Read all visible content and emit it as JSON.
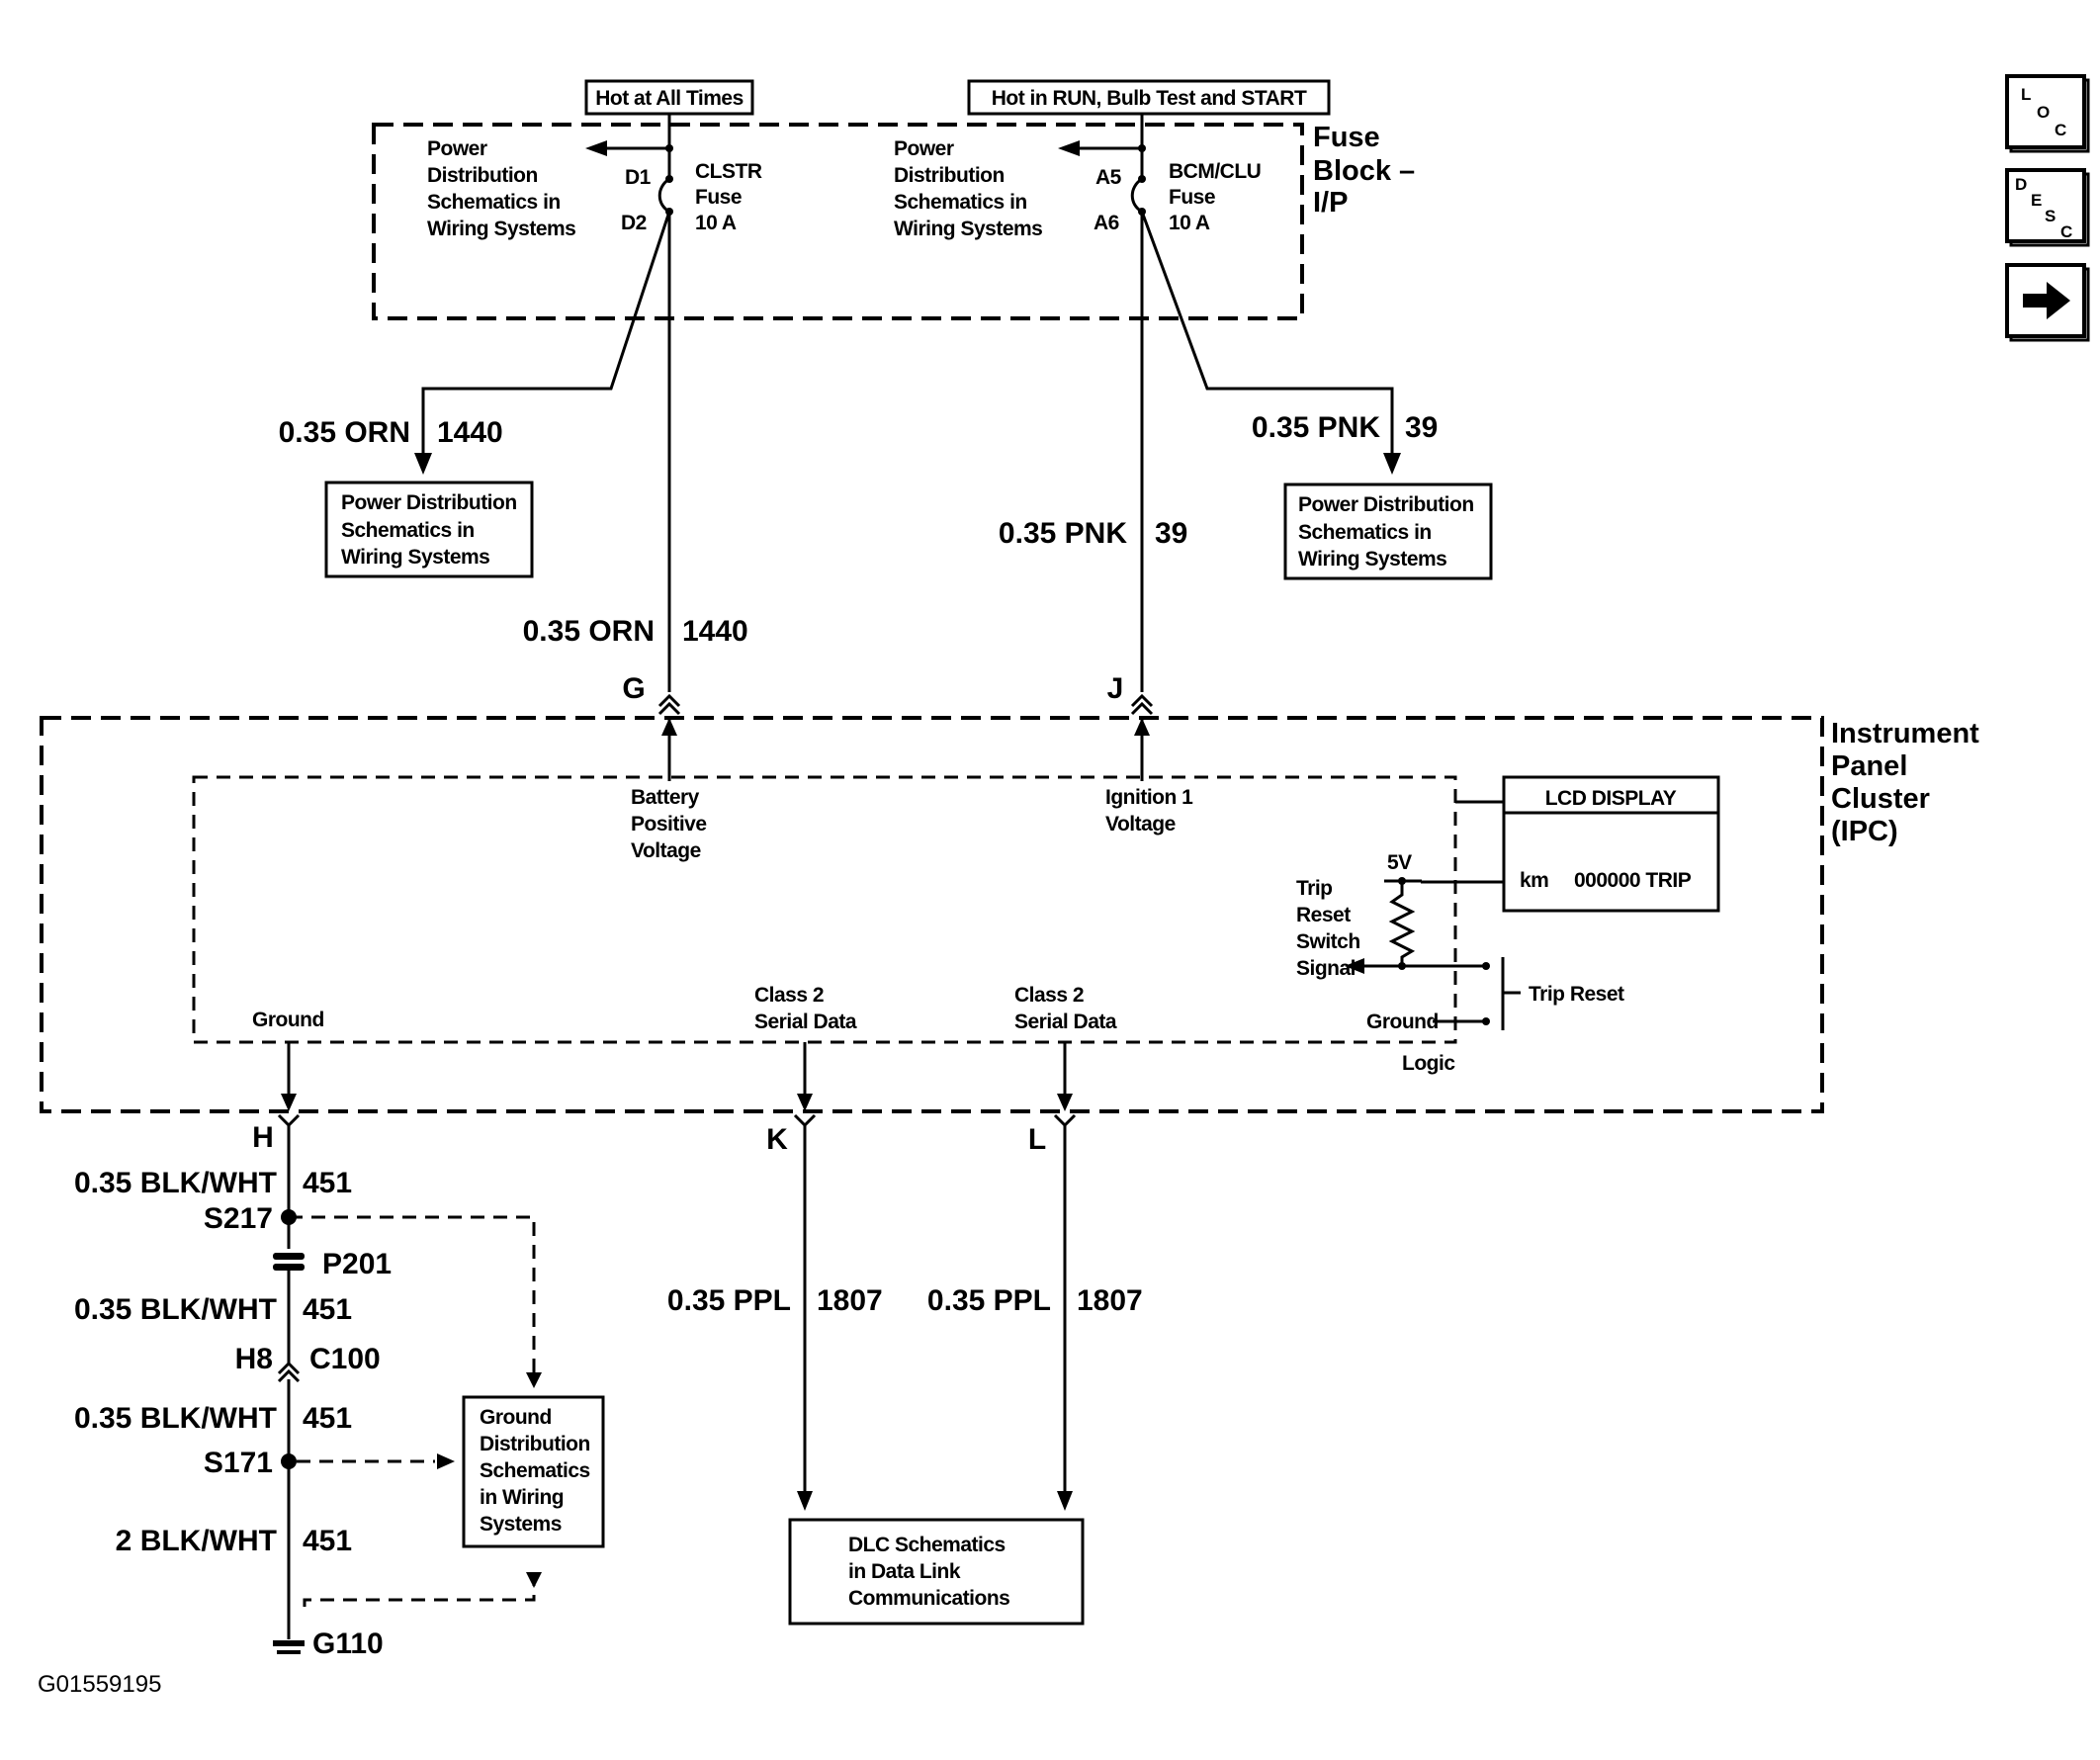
{
  "nav": {
    "loc": {
      "a": "L",
      "b": "O",
      "c": "C"
    },
    "desc": {
      "a": "D",
      "b": "E",
      "c": "S",
      "d": "C"
    }
  },
  "headers": {
    "hot_all_times": "Hot at All Times",
    "hot_run": "Hot in RUN, Bulb Test and START"
  },
  "fuse_block": {
    "label": [
      "Fuse",
      "Block –",
      "I/P"
    ],
    "clstr": {
      "pin_in": "D1",
      "pin_out": "D2",
      "name": [
        "CLSTR",
        "Fuse",
        "10 A"
      ],
      "ref": [
        "Power",
        "Distribution",
        "Schematics in",
        "Wiring Systems"
      ]
    },
    "bcm": {
      "pin_in": "A5",
      "pin_out": "A6",
      "name": [
        "BCM/CLU",
        "Fuse",
        "10 A"
      ],
      "ref": [
        "Power",
        "Distribution",
        "Schematics in",
        "Wiring Systems"
      ]
    }
  },
  "wires": {
    "orn_branch": {
      "size": "0.35 ORN",
      "circuit": "1440"
    },
    "orn_main": {
      "size": "0.35 ORN",
      "circuit": "1440"
    },
    "pnk_branch": {
      "size": "0.35 PNK",
      "circuit": "39"
    },
    "pnk_main": {
      "size": "0.35 PNK",
      "circuit": "39"
    },
    "ppl_k": {
      "size": "0.35 PPL",
      "circuit": "1807"
    },
    "ppl_l": {
      "size": "0.35 PPL",
      "circuit": "1807"
    },
    "gnd1": {
      "size": "0.35 BLK/WHT",
      "circuit": "451"
    },
    "gnd2": {
      "size": "0.35 BLK/WHT",
      "circuit": "451"
    },
    "gnd3": {
      "size": "0.35 BLK/WHT",
      "circuit": "451"
    },
    "gnd4": {
      "size": "2 BLK/WHT",
      "circuit": "451"
    }
  },
  "refs": {
    "pd_left": [
      "Power Distribution",
      "Schematics in",
      "Wiring Systems"
    ],
    "pd_right": [
      "Power Distribution",
      "Schematics in",
      "Wiring Systems"
    ],
    "ground_dist": [
      "Ground",
      "Distribution",
      "Schematics",
      "in Wiring",
      "Systems"
    ],
    "dlc": [
      "DLC Schematics",
      "in Data Link",
      "Communications"
    ]
  },
  "ipc": {
    "label": [
      "Instrument",
      "Panel",
      "Cluster",
      "(IPC)"
    ],
    "pins": {
      "g": "G",
      "j": "J",
      "h": "H",
      "k": "K",
      "l": "L"
    },
    "battery": [
      "Battery",
      "Positive",
      "Voltage"
    ],
    "ignition": [
      "Ignition 1",
      "Voltage"
    ],
    "ground": "Ground",
    "class2": [
      "Class 2",
      "Serial Data"
    ],
    "lcd": {
      "title": "LCD DISPLAY",
      "unit": "km",
      "reading": "000000 TRIP"
    },
    "trip_signal": [
      "Trip",
      "Reset",
      "Switch",
      "Signal"
    ],
    "voltage_5v": "5V",
    "trip_reset": "Trip Reset",
    "logic_ground": "Ground",
    "logic": "Logic"
  },
  "splices": {
    "s217": "S217",
    "p201": "P201",
    "h8": "H8",
    "c100": "C100",
    "s171": "S171",
    "g110": "G110"
  },
  "image_id": "G01559195"
}
